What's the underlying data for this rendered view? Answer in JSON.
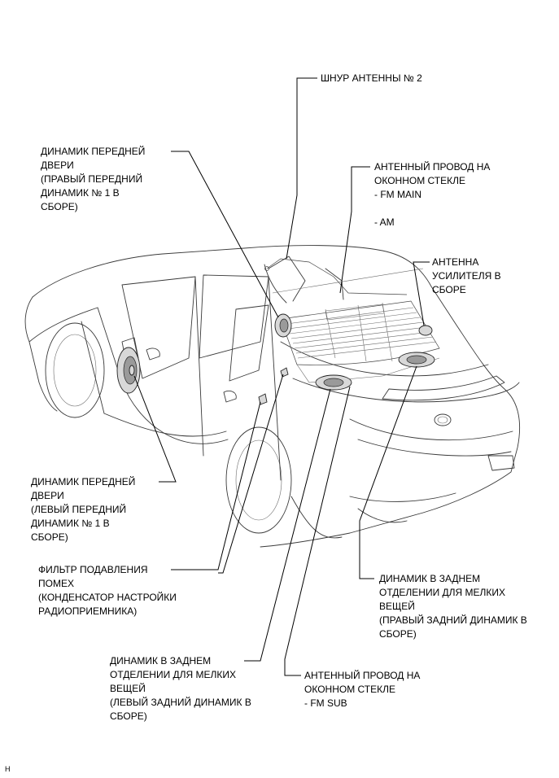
{
  "labels": {
    "antenna_cord_2": [
      "ШНУР АНТЕННЫ № 2"
    ],
    "front_door_speaker_right": {
      "lines": [
        "ДИНАМИК ПЕРЕДНЕЙ",
        "ДВЕРИ"
      ],
      "sub": [
        "(ПРАВЫЙ ПЕРЕДНИЙ",
        "ДИНАМИК № 1 В",
        "СБОРЕ)"
      ]
    },
    "window_glass_antenna_main": {
      "lines": [
        "АНТЕННЫЙ ПРОВОД НА",
        "ОКОННОМ СТЕКЛЕ",
        "- FM MAIN"
      ],
      "sub": [
        "- AM"
      ]
    },
    "amplifier_antenna": [
      "АНТЕННА",
      "УСИЛИТЕЛЯ В",
      "СБОРЕ"
    ],
    "front_door_speaker_left": {
      "lines": [
        "ДИНАМИК ПЕРЕДНЕЙ",
        "ДВЕРИ"
      ],
      "sub": [
        "(ЛЕВЫЙ ПЕРЕДНИЙ",
        "ДИНАМИК № 1 В",
        "СБОРЕ)"
      ]
    },
    "noise_filter": {
      "lines": [
        "ФИЛЬТР ПОДАВЛЕНИЯ",
        "ПОМЕХ"
      ],
      "sub": [
        "(КОНДЕНСАТОР НАСТРОЙКИ",
        "РАДИОПРИЕМНИКА)"
      ]
    },
    "rear_speaker_right": {
      "lines": [
        "ДИНАМИК В ЗАДНЕМ",
        "ОТДЕЛЕНИИ ДЛЯ МЕЛКИХ",
        "ВЕЩЕЙ"
      ],
      "sub": [
        "(ПРАВЫЙ ЗАДНИЙ ДИНАМИК В",
        "СБОРЕ)"
      ]
    },
    "rear_speaker_left": {
      "lines": [
        "ДИНАМИК В ЗАДНЕМ",
        "ОТДЕЛЕНИИ ДЛЯ МЕЛКИХ",
        "ВЕЩЕЙ"
      ],
      "sub": [
        "(ЛЕВЫЙ ЗАДНИЙ ДИНАМИК В",
        "СБОРЕ)"
      ]
    },
    "window_glass_antenna_sub": [
      "АНТЕННЫЙ ПРОВОД НА",
      "ОКОННОМ СТЕКЛЕ",
      "- FM SUB"
    ]
  },
  "corner_mark": "H"
}
